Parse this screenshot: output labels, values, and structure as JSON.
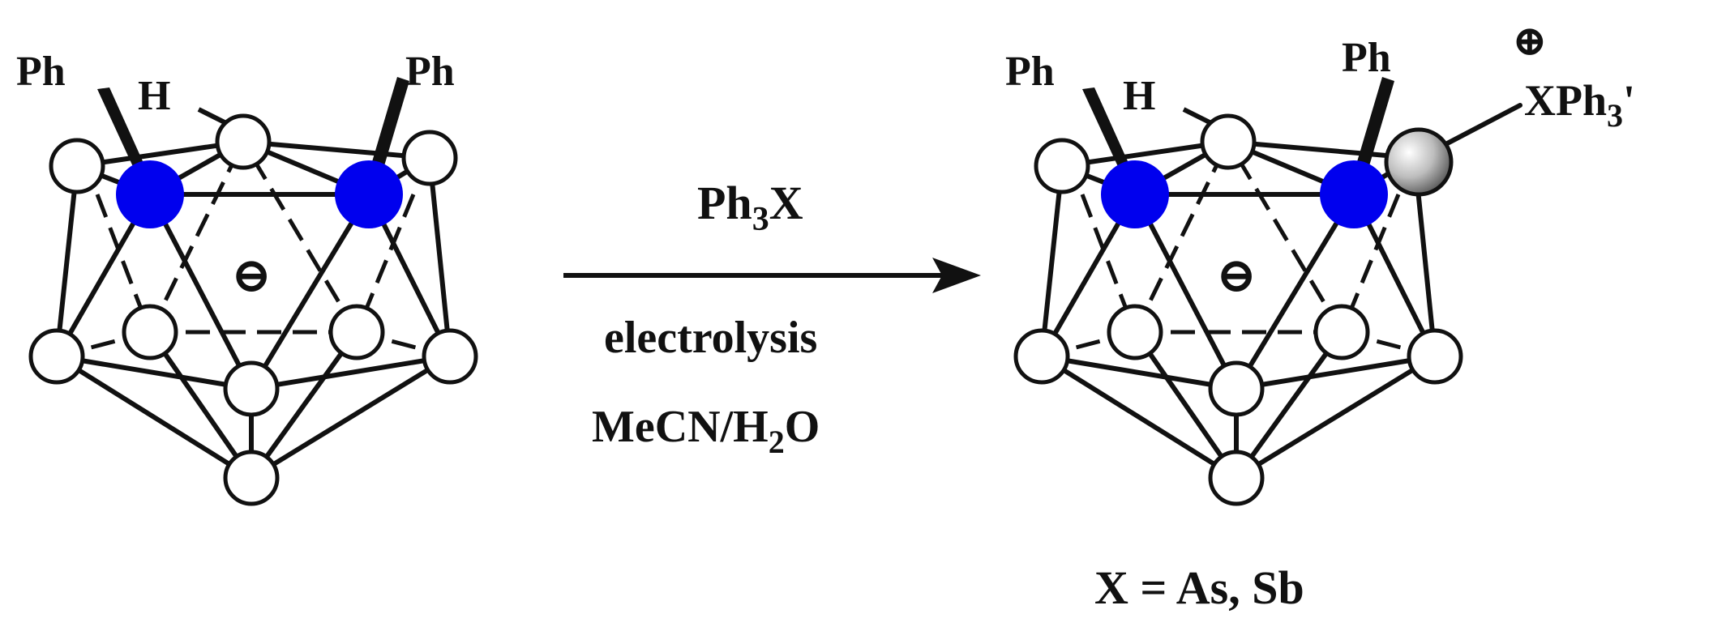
{
  "colors": {
    "carbon": "#0000ee",
    "boron": "#ffffff",
    "bond": "#111111",
    "substituent_sphere": "#cfcfcf"
  },
  "reactant": {
    "ph_left": "Ph",
    "ph_right": "Ph",
    "hydrogen": "H",
    "charge": "⊖"
  },
  "reaction": {
    "reagent_main": "Ph",
    "reagent_sub": "3",
    "reagent_tail": "X",
    "condition_1": "electrolysis",
    "condition_2_main": "MeCN/H",
    "condition_2_sub": "2",
    "condition_2_tail": "O"
  },
  "product": {
    "ph_left": "Ph",
    "ph_right": "Ph",
    "hydrogen": "H",
    "charge": "⊖",
    "plus_charge": "⊕",
    "substituent_main": "XPh",
    "substituent_sub": "3",
    "substituent_tail": "'",
    "note": "X = As, Sb"
  }
}
